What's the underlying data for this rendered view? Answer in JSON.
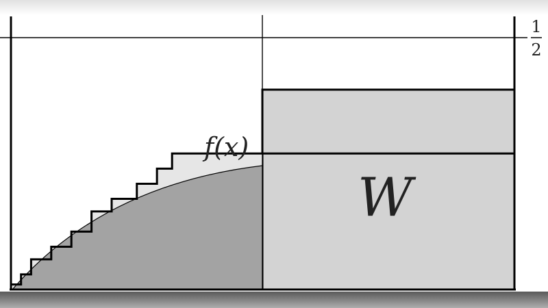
{
  "labels": {
    "function_label": "f(x)",
    "region_label": "W",
    "half_numerator": "1",
    "half_denominator": "2"
  },
  "colors": {
    "background": "#ffffff",
    "dark_region": "#a3a3a3",
    "light_region": "#e6e6e6",
    "w_region": "#d3d3d3",
    "stroke": "#000000"
  },
  "steps": [
    [
      0.02,
      0.02
    ],
    [
      0.04,
      0.06
    ],
    [
      0.08,
      0.12
    ],
    [
      0.12,
      0.17
    ],
    [
      0.16,
      0.23
    ],
    [
      0.2,
      0.31
    ],
    [
      0.25,
      0.36
    ],
    [
      0.29,
      0.42
    ],
    [
      0.32,
      0.48
    ],
    [
      0.34,
      0.54
    ]
  ]
}
